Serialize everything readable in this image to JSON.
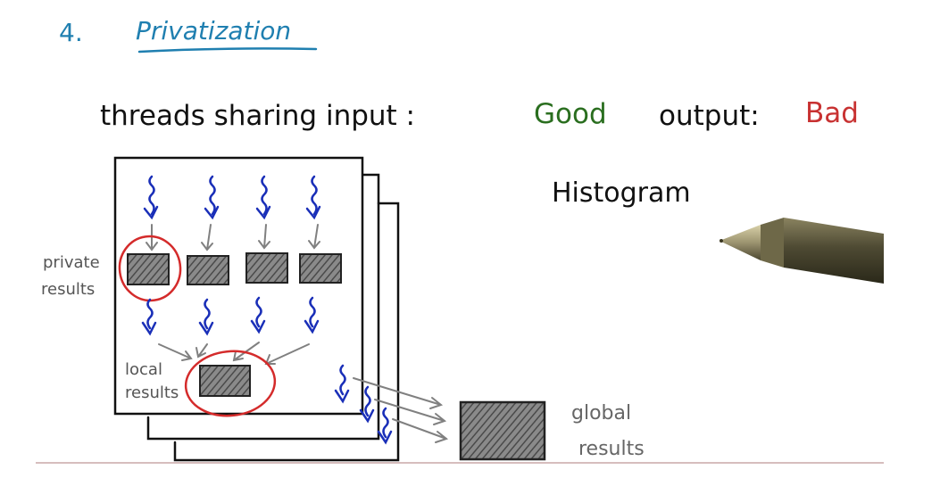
{
  "heading": {
    "number": "4.",
    "title": "Privatization"
  },
  "statement": {
    "lead": "threads sharing input :",
    "good": "Good",
    "mid": "output:",
    "bad": "Bad"
  },
  "histogram_label": "Histogram",
  "labels": {
    "private_line1": "private",
    "private_line2": "results",
    "local_line1": "local",
    "local_line2": "results",
    "global_line1": "global",
    "global_line2": "results"
  },
  "colors": {
    "heading": "#1f7fb0",
    "ink": "#111111",
    "good": "#2a6e1f",
    "bad": "#c83232",
    "thread": "#1a2fb8",
    "highlight": "#d42b2b",
    "gray": "#808080",
    "block": "#6a6a6a"
  }
}
